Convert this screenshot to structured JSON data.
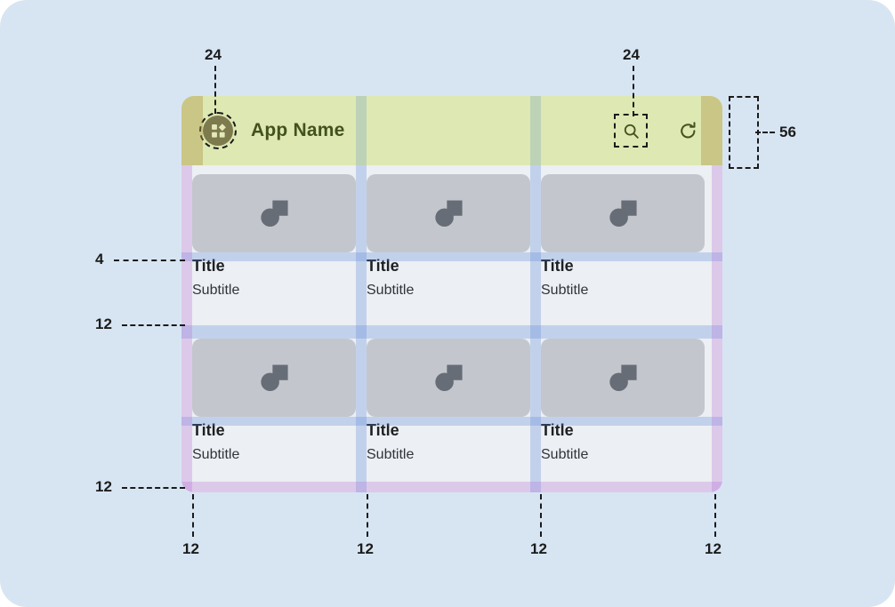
{
  "canvas": {
    "background_color": "#d7e5f3",
    "corner_radius": "30"
  },
  "appbar": {
    "title": "App Name",
    "height_spec": "56",
    "background_color": "#dde8b2",
    "text_color": "#44511f",
    "padding_spec": "24",
    "menu_icon": "widgets-icon",
    "search_icon": "search-icon",
    "refresh_icon": "refresh-icon"
  },
  "grid": {
    "margin_spec": "12",
    "gutter_spec": "12",
    "media_text_gap_spec": "4",
    "row_gap_spec": "12",
    "columns": 3,
    "rows": 2,
    "placeholder_icon": "image-placeholder-icon"
  },
  "cards": [
    {
      "title": "Title",
      "subtitle": "Subtitle"
    },
    {
      "title": "Title",
      "subtitle": "Subtitle"
    },
    {
      "title": "Title",
      "subtitle": "Subtitle"
    },
    {
      "title": "Title",
      "subtitle": "Subtitle"
    },
    {
      "title": "Title",
      "subtitle": "Subtitle"
    },
    {
      "title": "Title",
      "subtitle": "Subtitle"
    }
  ],
  "annotations": {
    "menu_touch_target": "24",
    "search_touch_target": "24",
    "appbar_height": "56",
    "media_to_title_gap": "4",
    "row_gap": "12",
    "bottom_margin": "12",
    "left_margin": "12",
    "gutter_1": "12",
    "gutter_2": "12",
    "right_margin": "12"
  }
}
